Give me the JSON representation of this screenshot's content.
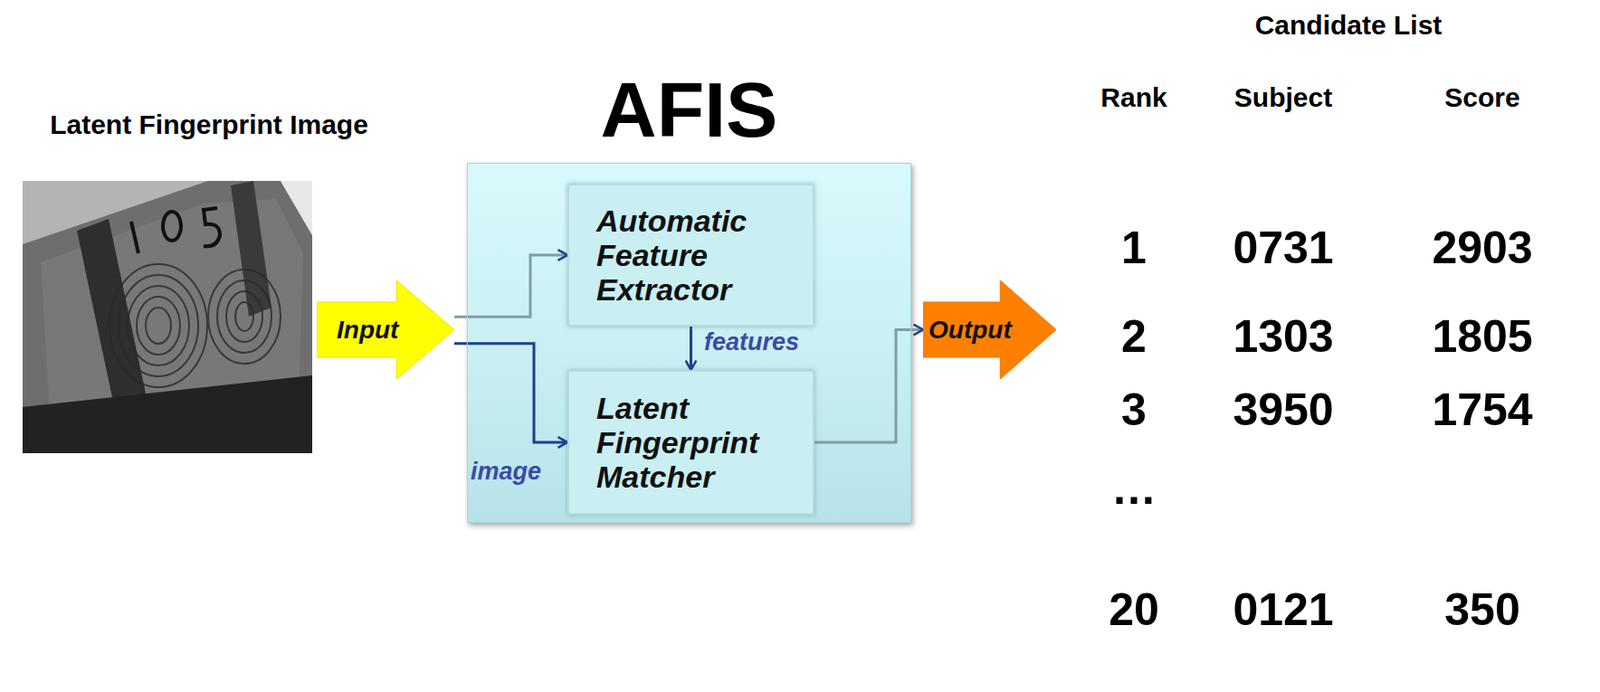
{
  "diagram": {
    "nodes": [
      {
        "text": [
          "Input"
        ]
      },
      {
        "text": [
          "AFIS"
        ]
      },
      {
        "text": [
          "Automatic Feature Extractor"
        ],
        "in": 1
      },
      {
        "text": [
          "Latent Fingerprint Matcher"
        ],
        "in": 1
      },
      {
        "text": [
          "Output"
        ]
      }
    ],
    "edges": [
      {
        "from": 0,
        "to": 2,
        "arrow": "to"
      },
      {
        "from": 0,
        "to": 3,
        "label": "image",
        "arrow": "to"
      },
      {
        "from": 2,
        "to": 3,
        "label": "features",
        "arrow": "to"
      },
      {
        "from": 3,
        "to": 4,
        "arrow": "to"
      }
    ],
    "labels": [
      "Latent Fingerprint Image",
      "Candidate List",
      "Rank",
      "Subject",
      "Score",
      "1",
      "0731",
      "2903",
      "2",
      "1303",
      "1805",
      "3",
      "3950",
      "1754",
      "…",
      "20",
      "0121",
      "350"
    ]
  }
}
